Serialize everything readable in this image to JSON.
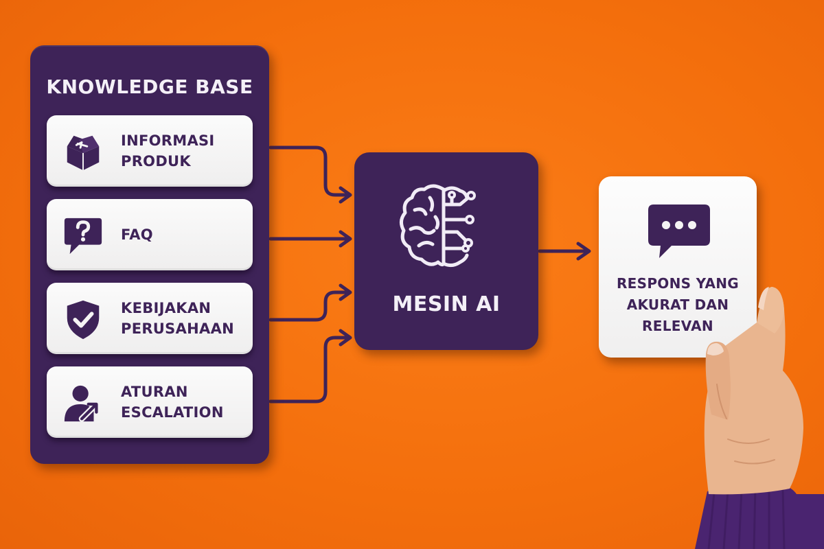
{
  "knowledge_base": {
    "title": "KNOWLEDGE BASE",
    "items": [
      {
        "label": "INFORMASI\nPRODUK",
        "icon": "open-box-icon"
      },
      {
        "label": "FAQ",
        "icon": "question-bubble-icon"
      },
      {
        "label": "KEBIJAKAN\nPERUSAHAAN",
        "icon": "shield-check-icon"
      },
      {
        "label": "ATURAN\nESCALATION",
        "icon": "user-arrow-icon"
      }
    ]
  },
  "engine": {
    "label": "MESIN AI",
    "icon": "ai-brain-icon"
  },
  "output": {
    "label": "RESPONS YANG\nAKURAT DAN\nRELEVAN",
    "icon": "chat-bubble-icon"
  },
  "colors": {
    "background": "#f36e0c",
    "panel": "#3e2358",
    "card": "#f5f4f4",
    "text_dark": "#3e2358",
    "text_light": "#f4f0f7"
  }
}
